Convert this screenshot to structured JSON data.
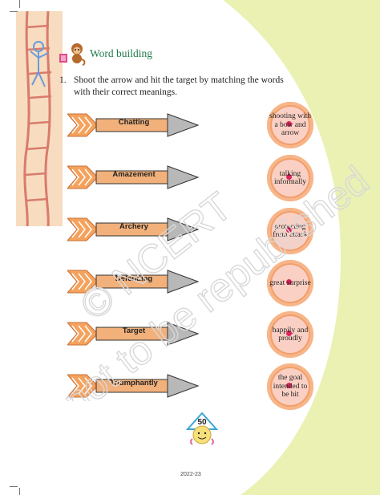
{
  "header": {
    "section_title": "Word building",
    "icon": "monkey-mascot-icon"
  },
  "question": {
    "number": "1.",
    "text": "Shoot the arrow and hit the target by matching the words with their correct meanings."
  },
  "arrows": [
    {
      "word": "Chatting"
    },
    {
      "word": "Amazement"
    },
    {
      "word": "Archery"
    },
    {
      "word": "Defending"
    },
    {
      "word": "Target"
    },
    {
      "word": "Triumphantly"
    }
  ],
  "targets": [
    {
      "meaning": "shooting with a bow and arrow"
    },
    {
      "meaning": "talking informally"
    },
    {
      "meaning": "protecting from attack"
    },
    {
      "meaning": "great surprise"
    },
    {
      "meaning": "happily and proudly"
    },
    {
      "meaning": "the goal intended to be hit"
    }
  ],
  "watermark": {
    "line1": "© NCERT",
    "line2": "not to be republished"
  },
  "footer": {
    "page_number": "50",
    "year": "2022-23"
  },
  "colors": {
    "side_panel": "#e8f0b0",
    "arrow_tail": "#f5a25d",
    "arrow_shaft": "#f2b07a",
    "arrow_head": "#b8b8b8",
    "target_outer": "#f29e6b",
    "target_inner": "#fbd0c4",
    "bullseye": "#e0245e",
    "title_green": "#1f7a4a"
  }
}
